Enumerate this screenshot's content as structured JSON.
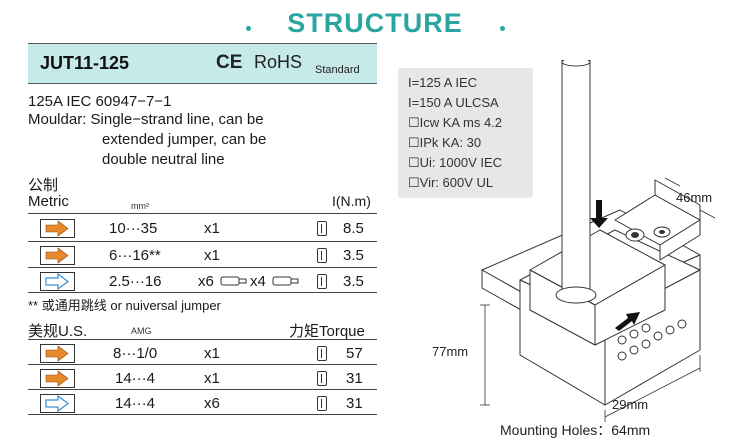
{
  "header": {
    "title": "STRUCTURE"
  },
  "product": {
    "model": "JUT11-125",
    "ce_mark": "CE",
    "rohs": "RoHS",
    "standard": "Standard"
  },
  "intro": {
    "line1": "125A  IEC  60947−7−1",
    "line2": "Mouldar: Single−strand line, can be",
    "line3": "extended jumper, can be",
    "line4": "double neutral line"
  },
  "metric": {
    "label_cn": "公制",
    "label": "Metric",
    "unit": "mm²",
    "torque_label": "I(N.m)",
    "rows": [
      {
        "arrow": "orange",
        "range": "10···35",
        "qty": "x1",
        "qty_b": "",
        "torque": "8.5"
      },
      {
        "arrow": "orange",
        "range": "6···16**",
        "qty": "x1",
        "qty_b": "",
        "torque": "3.5"
      },
      {
        "arrow": "blue",
        "range": "2.5···16",
        "qty": "x6",
        "qty_b": "x4",
        "torque": "3.5"
      }
    ],
    "note": "** 或通用跳线 or nuiversal jumper"
  },
  "us": {
    "label": "美规U.S.",
    "unit": "AMG",
    "torque_label": "力矩Torque",
    "rows": [
      {
        "arrow": "orange",
        "range": "8···1/0",
        "qty": "x1",
        "torque": "57"
      },
      {
        "arrow": "orange",
        "range": "14···4",
        "qty": "x1",
        "torque": "31"
      },
      {
        "arrow": "blue",
        "range": "14···4",
        "qty": "x6",
        "torque": "31"
      }
    ]
  },
  "specs": [
    "I=125 A IEC",
    "I=150 A ULCSA",
    "☐Icw KA ms 4.2",
    "☐IPk KA: 30",
    "☐Ui: 1000V IEC",
    "☐Vir: 600V UL"
  ],
  "dimensions": {
    "width": "46mm",
    "height": "77mm",
    "depth": "29mm",
    "mounting": "Mounting Holes：64mm"
  },
  "colors": {
    "teal": "#2ba59f",
    "header_bg": "#c6eae9",
    "orange": "#e88a2c",
    "blue": "#5ab4e8"
  }
}
